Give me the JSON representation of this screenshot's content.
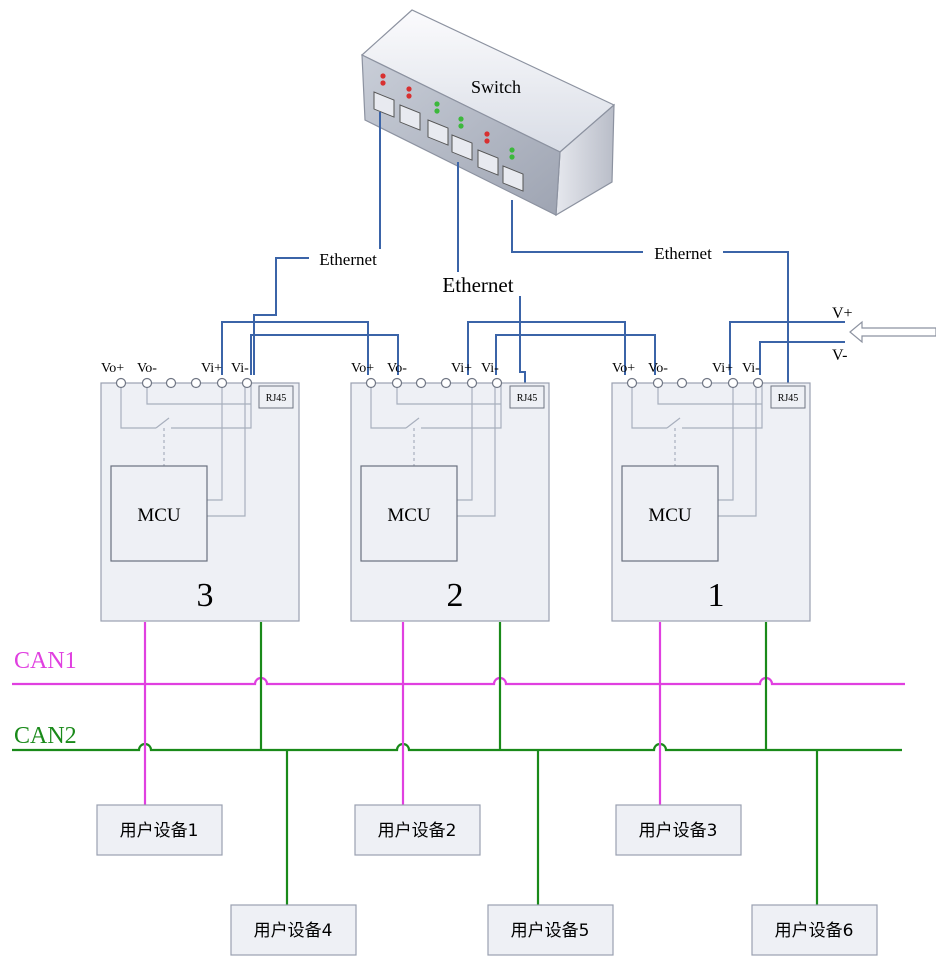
{
  "switch": {
    "label": "Switch"
  },
  "network": {
    "ethernet_left": "Ethernet",
    "ethernet_mid": "Ethernet",
    "ethernet_right": "Ethernet",
    "v_plus": "V+",
    "v_minus": "V-"
  },
  "modules": [
    {
      "number": "3",
      "mcu": "MCU",
      "rj45": "RJ45",
      "vo_plus": "Vo+",
      "vo_minus": "Vo-",
      "vi_plus": "Vi+",
      "vi_minus": "Vi-"
    },
    {
      "number": "2",
      "mcu": "MCU",
      "rj45": "RJ45",
      "vo_plus": "Vo+",
      "vo_minus": "Vo-",
      "vi_plus": "Vi+",
      "vi_minus": "Vi-"
    },
    {
      "number": "1",
      "mcu": "MCU",
      "rj45": "RJ45",
      "vo_plus": "Vo+",
      "vo_minus": "Vo-",
      "vi_plus": "Vi+",
      "vi_minus": "Vi-"
    }
  ],
  "buses": {
    "can1": "CAN1",
    "can2": "CAN2"
  },
  "devices": [
    "用户设备1",
    "用户设备2",
    "用户设备3",
    "用户设备4",
    "用户设备5",
    "用户设备6"
  ],
  "colors": {
    "ethernet": "#3b64a8",
    "can1": "#e040e0",
    "can2": "#1a8a1a",
    "box_fill": "#eef0f5",
    "box_stroke": "#9aa0b0"
  }
}
